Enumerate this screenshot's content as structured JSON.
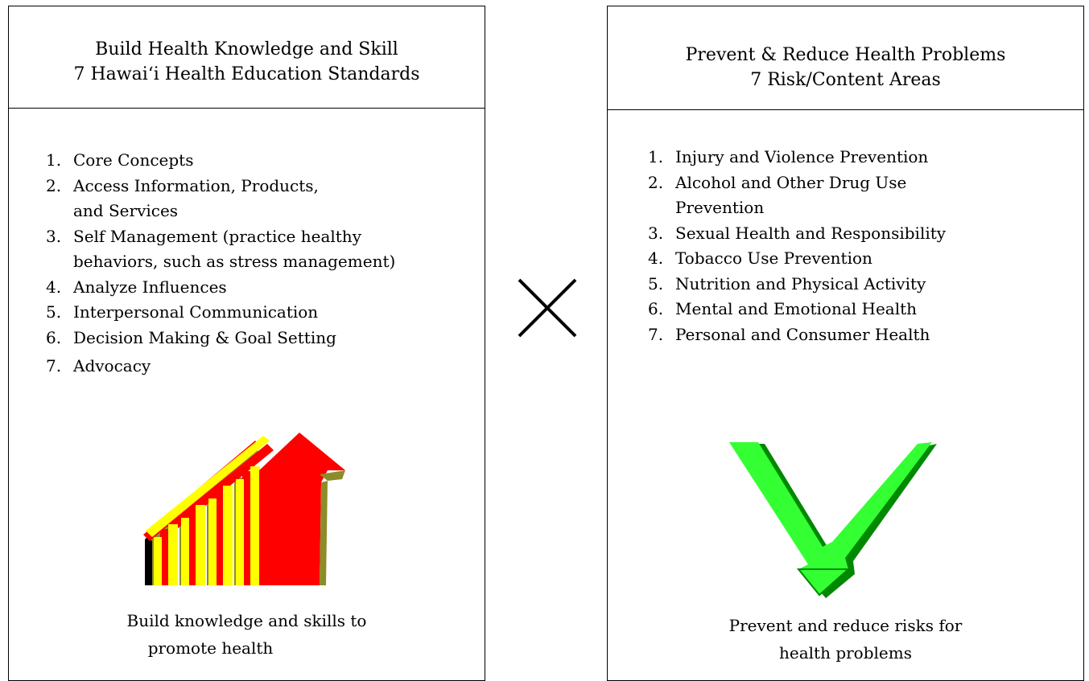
{
  "left_panel": {
    "title_line1": "Build Health Knowledge and Skill",
    "title_line2": "7 Hawai‘i Health Education Standards",
    "items": [
      {
        "num": "1.",
        "text": "Core Concepts"
      },
      {
        "num": "2.",
        "text": "Access Information, Products,\n and  Services"
      },
      {
        "num": "3.",
        "text": "Self Management (practice healthy\n behaviors, such as stress management)"
      },
      {
        "num": "4.",
        "text": "Analyze Influences"
      },
      {
        "num": "5.",
        "text": "Interpersonal Communication"
      },
      {
        "num": "6.",
        "text": "Decision Making & Goal Setting"
      },
      {
        "num": "7.",
        "text": "Advocacy"
      }
    ],
    "caption_line1": "Build knowledge and skills to",
    "caption_line2": "promote health",
    "icon": "rising-bars-arrow-icon"
  },
  "center": {
    "symbol": "times-icon"
  },
  "right_panel": {
    "title_line1": "Prevent & Reduce Health Problems",
    "title_line2": "7 Risk/Content Areas",
    "items": [
      {
        "num": "1.",
        "text": "Injury and Violence Prevention"
      },
      {
        "num": "2.",
        "text": "Alcohol and Other Drug Use\nPrevention"
      },
      {
        "num": "3.",
        "text": "Sexual Health and Responsibility"
      },
      {
        "num": "4.",
        "text": "Tobacco Use Prevention"
      },
      {
        "num": "5.",
        "text": "Nutrition and Physical Activity"
      },
      {
        "num": "6.",
        "text": "Mental and Emotional Health"
      },
      {
        "num": "7.",
        "text": "Personal and Consumer Health"
      }
    ],
    "caption_line1": "Prevent and reduce risks for",
    "caption_line2": "health problems",
    "icon": "green-check-arrow-icon"
  },
  "colors": {
    "arrow_red": "#ff0000",
    "bar_yellow": "#ffff00",
    "bar_shadow_olive": "#8c8c28",
    "check_green": "#33ff33",
    "check_dark_green": "#008800",
    "border": "#000000"
  }
}
